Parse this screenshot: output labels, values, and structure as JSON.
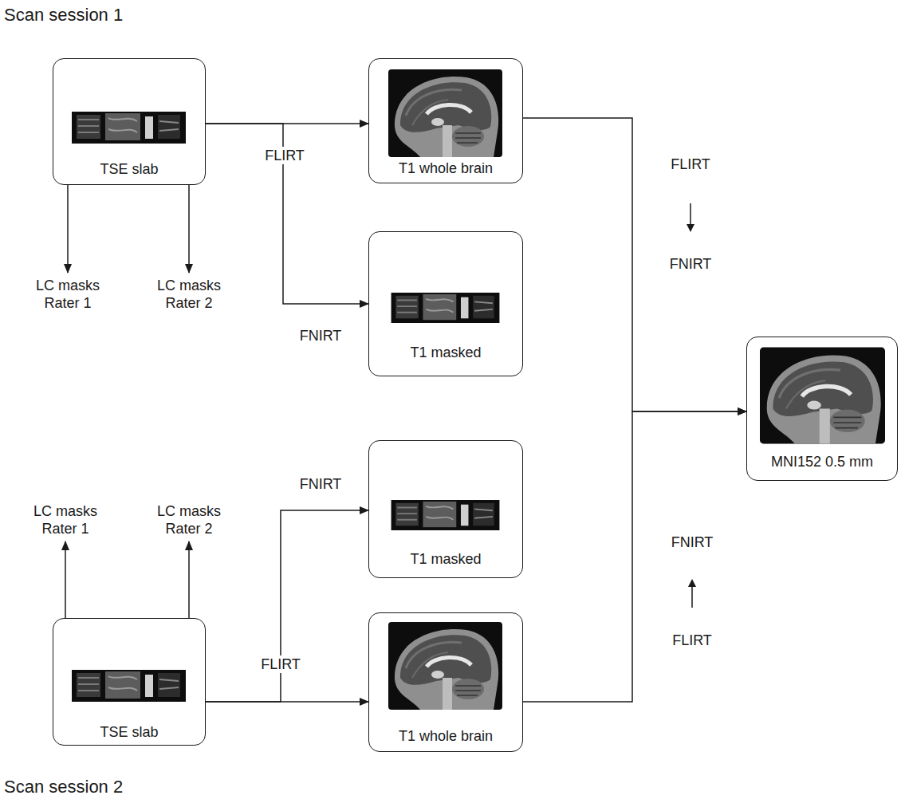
{
  "diagram": {
    "nodes": [
      {
        "text": [
          "TSE slab"
        ]
      },
      {
        "text": [
          "T1 whole brain"
        ]
      },
      {
        "text": [
          "LC masks Rater 1"
        ]
      },
      {
        "text": [
          "LC masks Rater 2"
        ]
      },
      {
        "text": [
          "T1 masked"
        ]
      },
      {
        "text": [
          "MNI152 0.5 mm"
        ]
      },
      {
        "text": [
          "LC masks Rater 1"
        ]
      },
      {
        "text": [
          "LC masks Rater 2"
        ]
      },
      {
        "text": [
          "T1 masked"
        ]
      },
      {
        "text": [
          "TSE slab"
        ]
      },
      {
        "text": [
          "T1 whole brain"
        ]
      }
    ],
    "edges": [
      {
        "from": 0,
        "to": 1,
        "arrow": "to",
        "label": "FLIRT"
      },
      {
        "from": 0,
        "to": 2,
        "arrow": "to"
      },
      {
        "from": 0,
        "to": 3,
        "arrow": "to"
      },
      {
        "from": 0,
        "to": 4,
        "arrow": "to",
        "label": "FNIRT"
      },
      {
        "from": 1,
        "to": 5,
        "arrow": "to"
      },
      {
        "from": 10,
        "to": 5,
        "arrow": "to"
      },
      {
        "from": 9,
        "to": 6,
        "arrow": "to"
      },
      {
        "from": 9,
        "to": 7,
        "arrow": "to"
      },
      {
        "from": 9,
        "to": 8,
        "arrow": "to",
        "label": "FNIRT"
      },
      {
        "from": 9,
        "to": 10,
        "arrow": "to",
        "label": "FLIRT"
      }
    ],
    "labels": [
      "Scan session 1",
      "FLIRT",
      "FNIRT",
      "FNIRT",
      "FLIRT",
      "Scan session 2"
    ]
  }
}
